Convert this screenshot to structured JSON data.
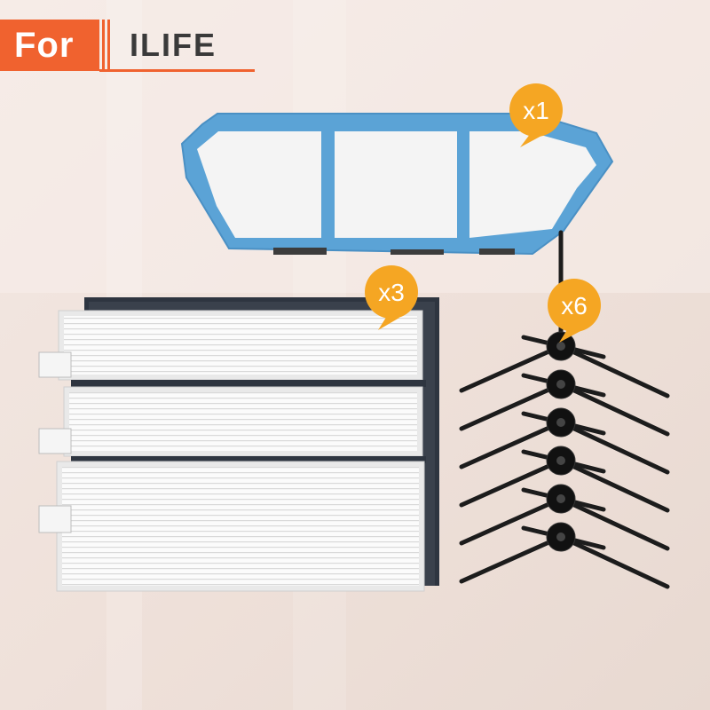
{
  "header": {
    "prefix": "For",
    "brand": "ILIFE"
  },
  "products": {
    "primary_filter": {
      "name": "primary-filter",
      "quantity_label": "x1"
    },
    "hepa_filters": {
      "name": "hepa-filter",
      "quantity_label": "x3",
      "count": 3
    },
    "side_brushes": {
      "name": "side-brush",
      "quantity_label": "x6",
      "count": 6
    }
  },
  "colors": {
    "accent": "#f0622f",
    "badge": "#f5a623",
    "filter_frame": "#5ba3d6",
    "brush": "#1c1c1c"
  }
}
